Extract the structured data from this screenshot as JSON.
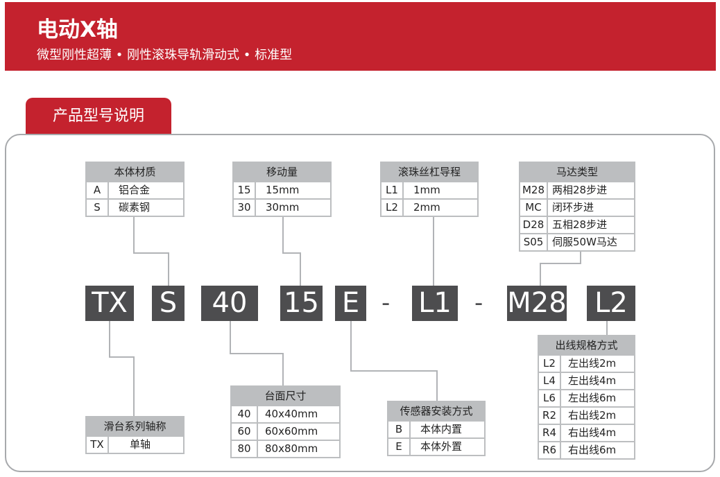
{
  "header": {
    "title": "电动X轴",
    "subtitle": "微型刚性超薄 • 刚性滚珠导轨滑动式 • 标准型"
  },
  "section_tab": "产品型号说明",
  "codes": [
    "TX",
    "S",
    "40",
    "15",
    "E",
    "L1",
    "M28",
    "L2"
  ],
  "dash": "-",
  "tables": {
    "material": {
      "title": "本体材质",
      "rows": [
        [
          "A",
          "铝合金"
        ],
        [
          "S",
          "碳素钢"
        ]
      ]
    },
    "stroke": {
      "title": "移动量",
      "rows": [
        [
          "15",
          "15mm"
        ],
        [
          "30",
          "30mm"
        ]
      ]
    },
    "lead": {
      "title": "滚珠丝杠导程",
      "rows": [
        [
          "L1",
          "1mm"
        ],
        [
          "L2",
          "2mm"
        ]
      ]
    },
    "motor": {
      "title": "马达类型",
      "rows": [
        [
          "M28",
          "两相28步进"
        ],
        [
          "MC",
          "闭环步进"
        ],
        [
          "D28",
          "五相28步进"
        ],
        [
          "S05",
          "伺服50W马达"
        ]
      ]
    },
    "series": {
      "title": "滑台系列轴称",
      "rows": [
        [
          "TX",
          "单轴"
        ]
      ]
    },
    "table_size": {
      "title": "台面尺寸",
      "rows": [
        [
          "40",
          "40x40mm"
        ],
        [
          "60",
          "60x60mm"
        ],
        [
          "80",
          "80x80mm"
        ]
      ]
    },
    "sensor": {
      "title": "传感器安装方式",
      "rows": [
        [
          "B",
          "本体内置"
        ],
        [
          "E",
          "本体外置"
        ]
      ]
    },
    "cable": {
      "title": "出线规格方式",
      "rows": [
        [
          "L2",
          "左出线2m"
        ],
        [
          "L4",
          "左出线4m"
        ],
        [
          "L6",
          "左出线6m"
        ],
        [
          "R2",
          "右出线2m"
        ],
        [
          "R4",
          "右出线4m"
        ],
        [
          "R6",
          "右出线6m"
        ]
      ]
    }
  },
  "colors": {
    "brand": "#c4222e",
    "code_bg": "#4d4d4f",
    "table_header": "#bcbec0"
  }
}
